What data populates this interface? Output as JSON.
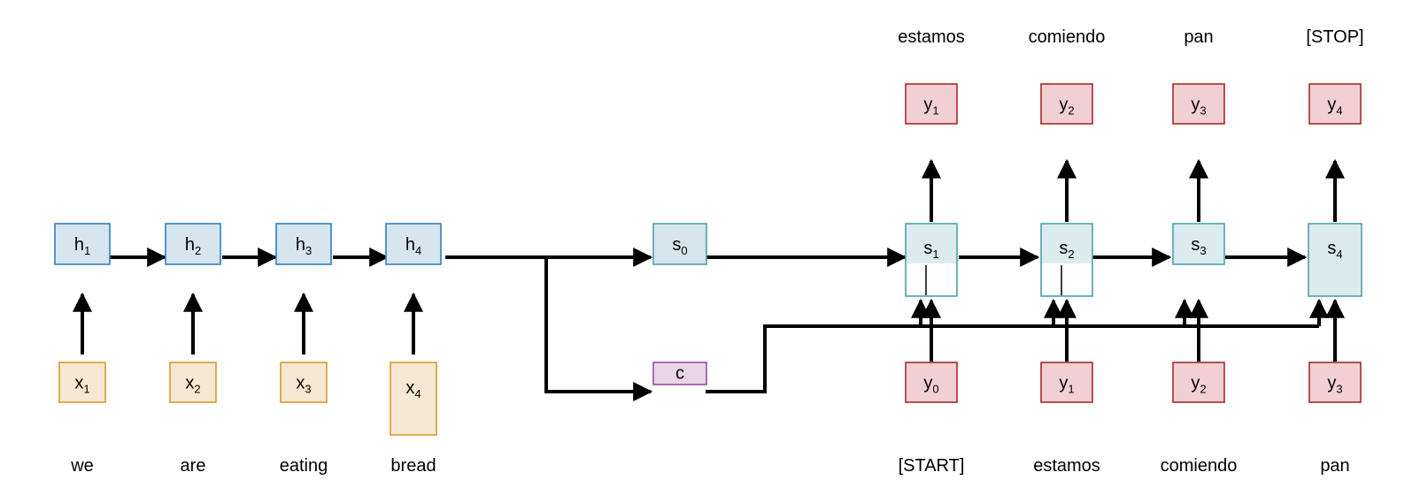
{
  "colors": {
    "input_fill": "#f7e8d3",
    "input_stroke": "#d79b2a",
    "encoder_fill": "#d6e5ee",
    "encoder_stroke": "#2f7fbf",
    "decoder_fill": "#dcebef",
    "decoder_stroke": "#4aa3a8",
    "output_fill": "#f2d0d2",
    "output_stroke": "#a52a2a",
    "context_fill": "#ead5e8",
    "context_stroke": "#9b4aa0",
    "arrow": "#000000"
  },
  "encoder": {
    "words": [
      "we",
      "are",
      "eating",
      "bread"
    ],
    "inputs": [
      {
        "base": "x",
        "sub": "1"
      },
      {
        "base": "x",
        "sub": "2"
      },
      {
        "base": "x",
        "sub": "3"
      },
      {
        "base": "x",
        "sub": "4"
      }
    ],
    "hidden": [
      {
        "base": "h",
        "sub": "1"
      },
      {
        "base": "h",
        "sub": "2"
      },
      {
        "base": "h",
        "sub": "3"
      },
      {
        "base": "h",
        "sub": "4"
      }
    ]
  },
  "initial_state": {
    "base": "s",
    "sub": "0"
  },
  "context": {
    "label": "c"
  },
  "decoder": {
    "input_words": [
      "[START]",
      "estamos",
      "comiendo",
      "pan"
    ],
    "output_words": [
      "estamos",
      "comiendo",
      "pan",
      "[STOP]"
    ],
    "inputs": [
      {
        "base": "y",
        "sub": "0"
      },
      {
        "base": "y",
        "sub": "1"
      },
      {
        "base": "y",
        "sub": "2"
      },
      {
        "base": "y",
        "sub": "3"
      }
    ],
    "states": [
      {
        "base": "s",
        "sub": "1"
      },
      {
        "base": "s",
        "sub": "2"
      },
      {
        "base": "s",
        "sub": "3"
      },
      {
        "base": "s",
        "sub": "4"
      }
    ],
    "outputs": [
      {
        "base": "y",
        "sub": "1"
      },
      {
        "base": "y",
        "sub": "2"
      },
      {
        "base": "y",
        "sub": "3"
      },
      {
        "base": "y",
        "sub": "4"
      }
    ]
  }
}
